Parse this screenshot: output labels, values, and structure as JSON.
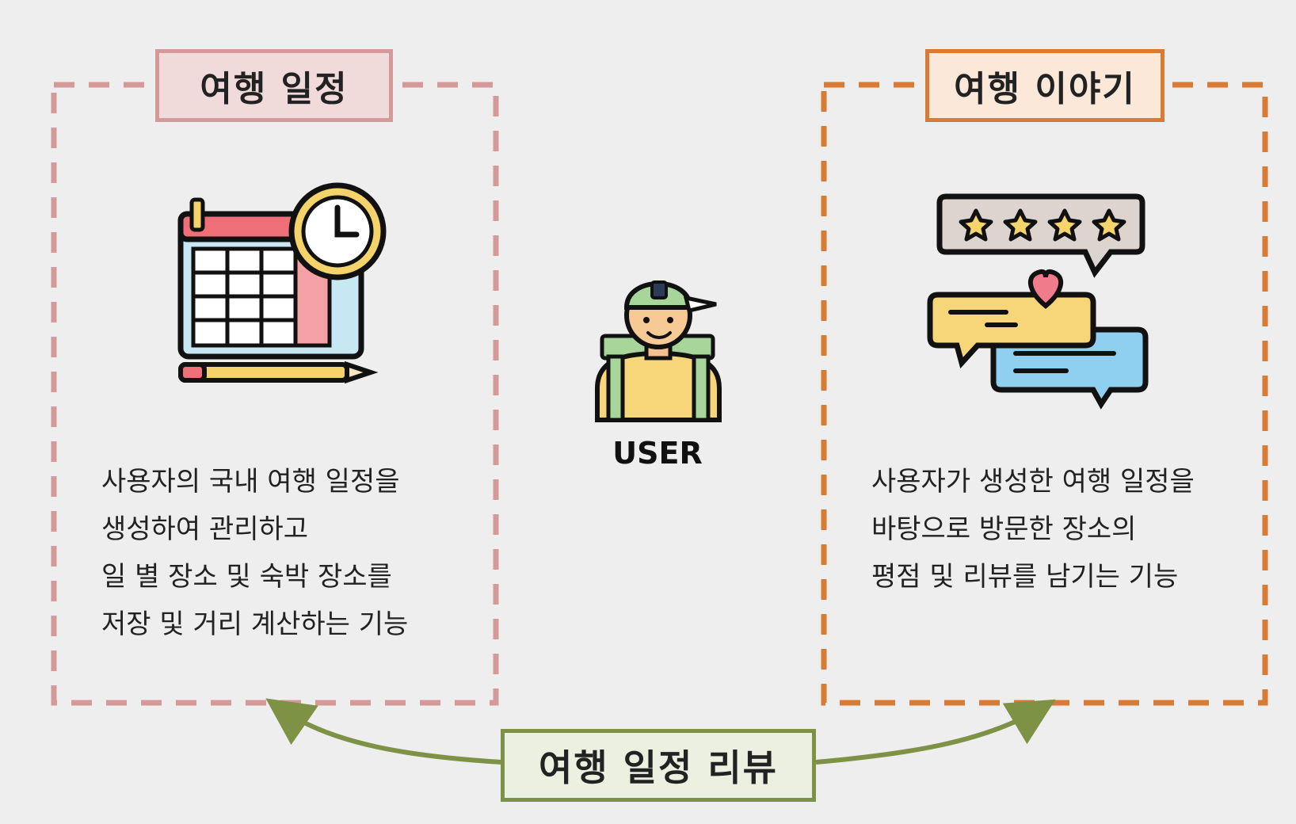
{
  "left_panel": {
    "title": "여행 일정",
    "icon": "calendar-clock-icon",
    "description": [
      "사용자의 국내 여행 일정을",
      "생성하여 관리하고",
      "일 별 장소 및 숙박 장소를",
      "저장 및 거리 계산하는 기능"
    ]
  },
  "center": {
    "label": "USER",
    "icon": "traveler-user-icon"
  },
  "right_panel": {
    "title": "여행 이야기",
    "icon": "review-chat-icon",
    "description": [
      "사용자가 생성한 여행 일정을",
      "바탕으로 방문한 장소의",
      "평점 및 리뷰를 남기는 기능"
    ]
  },
  "bottom": {
    "title": "여행 일정 리뷰"
  },
  "colors": {
    "left_border": "#d49a9a",
    "right_border": "#d97b35",
    "bottom_border": "#7d9245",
    "background": "#eeeeee"
  }
}
